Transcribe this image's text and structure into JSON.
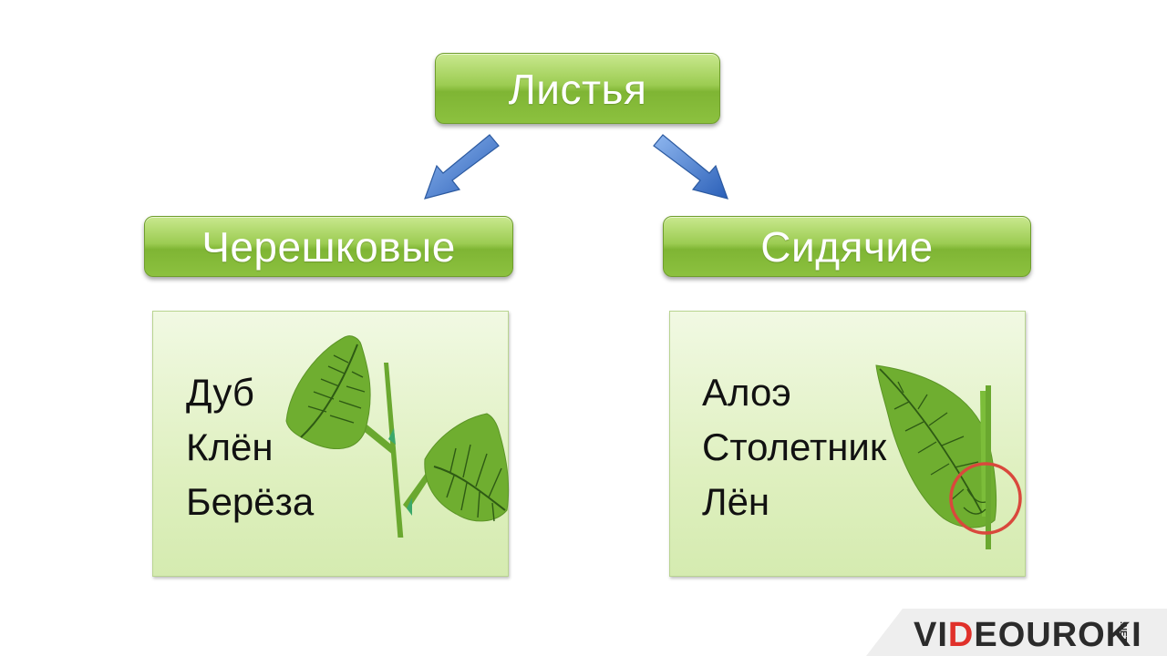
{
  "diagram": {
    "root": {
      "label": "Листья"
    },
    "branches": [
      {
        "label": "Черешковые",
        "examples": [
          "Дуб",
          "Клён",
          "Берёза"
        ]
      },
      {
        "label": "Сидячие",
        "examples": [
          "Алоэ",
          "Столетник",
          "Лён"
        ]
      }
    ]
  },
  "logo": {
    "prefix": "VI",
    "accent": "D",
    "main": "EOUROKI",
    "suffix": ".NET"
  },
  "colors": {
    "pill_green": "#8cc13f",
    "panel_green": "#dff0c0",
    "arrow_blue": "#3a72c8",
    "leaf_green": "#6bab2f",
    "highlight_circle": "#d9483c",
    "logo_accent": "#e0302a"
  }
}
